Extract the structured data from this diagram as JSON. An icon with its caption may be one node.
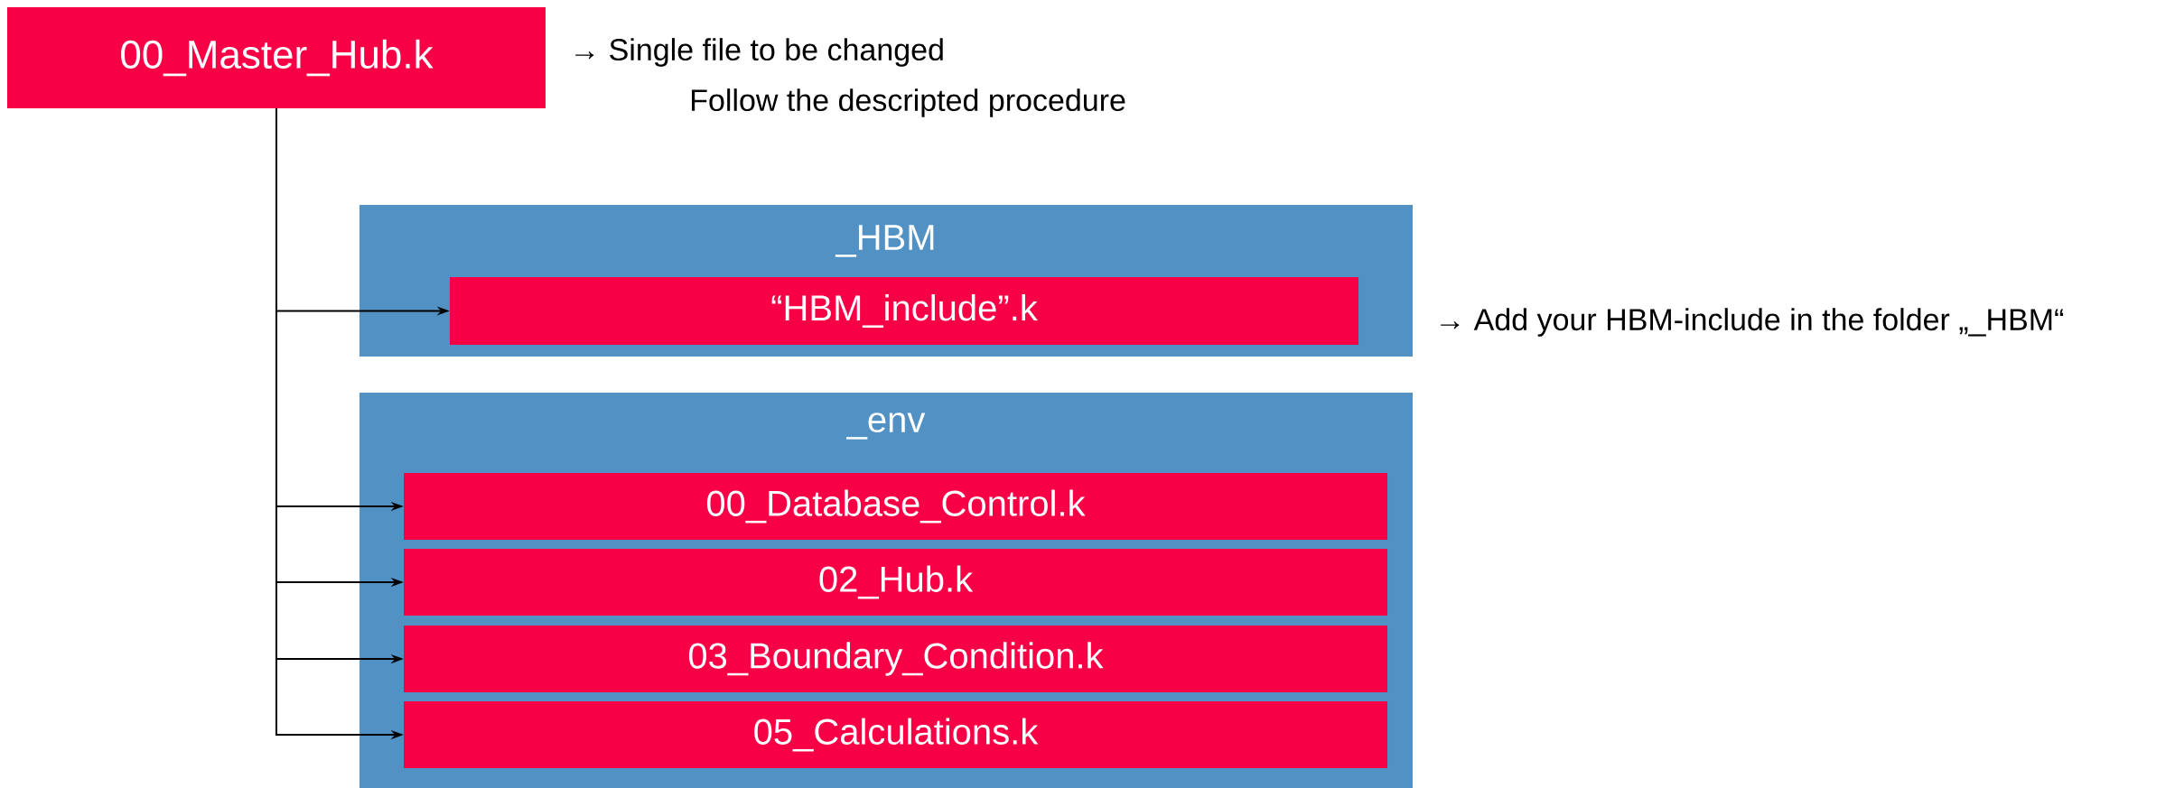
{
  "diagram": {
    "nodes": [
      {
        "text": [
          "00_Master_Hub.k"
        ],
        "beside": [
          "→ Single file to be changed",
          "Follow the descripted procedure"
        ]
      },
      {
        "text": [
          "_HBM"
        ],
        "beside": [
          "→ Add your HBM-include in the folder „_HBM“"
        ]
      },
      {
        "text": [
          "“HBM_include”.k"
        ],
        "in": 1
      },
      {
        "text": [
          "_env"
        ]
      },
      {
        "text": [
          "00_Database_Control.k"
        ],
        "in": 3
      },
      {
        "text": [
          "02_Hub.k"
        ],
        "in": 3
      },
      {
        "text": [
          "03_Boundary_Condition.k"
        ],
        "in": 3
      },
      {
        "text": [
          "05_Calculations.k"
        ],
        "in": 3
      }
    ],
    "edges": [
      {
        "from": 0,
        "to": 2,
        "arrow": "to"
      },
      {
        "from": 0,
        "to": 4,
        "arrow": "to"
      },
      {
        "from": 0,
        "to": 5,
        "arrow": "to"
      },
      {
        "from": 0,
        "to": 6,
        "arrow": "to"
      },
      {
        "from": 0,
        "to": 7,
        "arrow": "to"
      }
    ]
  }
}
